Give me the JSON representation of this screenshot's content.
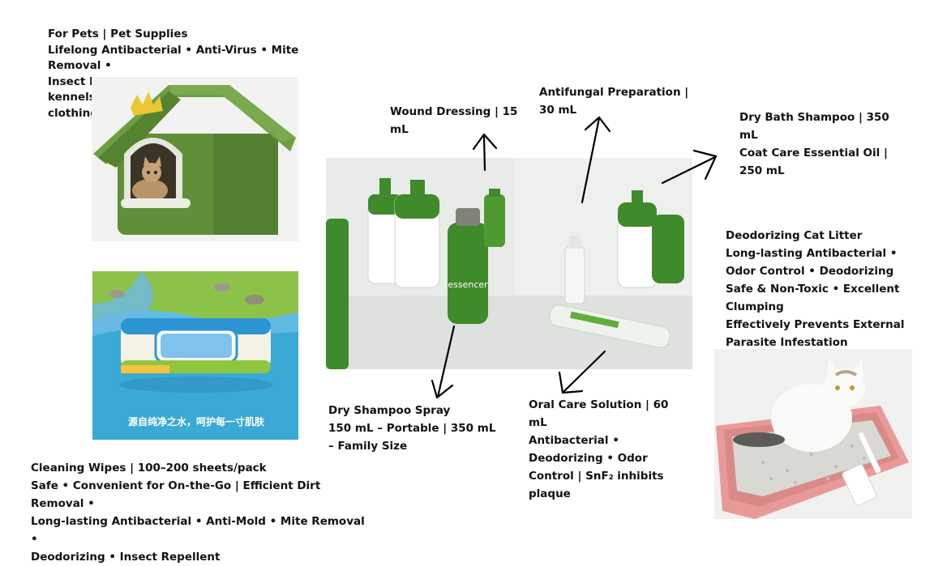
{
  "pet_house": {
    "lines": [
      "For Pets  |  Pet Supplies",
      "Lifelong Antibacterial • Anti-Virus • Mite Removal •",
      "Insect Repellent,  For toys, catteries, kennels and pet",
      "clothing"
    ]
  },
  "wound_dressing": {
    "label": "Wound Dressing  |  15 mL"
  },
  "antifungal": {
    "label": "Antifungal Preparation  |  30 mL"
  },
  "dry_bath": {
    "line1": "Dry Bath Shampoo  |  350 mL",
    "line2": "Coat Care Essential Oil  |  250 mL"
  },
  "cat_litter": {
    "lines": [
      "Deodorizing Cat Litter",
      "Long-lasting Antibacterial • Odor Control • Deodorizing",
      "Safe & Non-Toxic • Excellent Clumping",
      "Effectively Prevents External Parasite Infestation"
    ]
  },
  "dry_spray": {
    "lines": [
      "Dry Shampoo Spray",
      "150 mL – Portable  |  350 mL – Family Size"
    ]
  },
  "oral_care": {
    "lines": [
      "Oral Care Solution  |  60 mL",
      "Antibacterial • Deodorizing • Odor Control  |  SnF₂ inhibits plaque"
    ]
  },
  "wipes": {
    "lines": [
      "Cleaning Wipes  |  100–200 sheets/pack",
      "Safe • Convenient for On-the-Go  |  Efficient Dirt Removal •",
      "Long-lasting Antibacterial • Anti-Mold • Mite Removal •",
      "Deodorizing • Insect Repellent"
    ],
    "package_text": "源自纯净之水，呵护每一寸肌肤"
  },
  "bottles": {
    "brand_text": "essencer"
  },
  "colors": {
    "bottle_green": "#3f8a2a",
    "house_green": "#5e8f3a",
    "litter_pink": "#e89a98"
  }
}
